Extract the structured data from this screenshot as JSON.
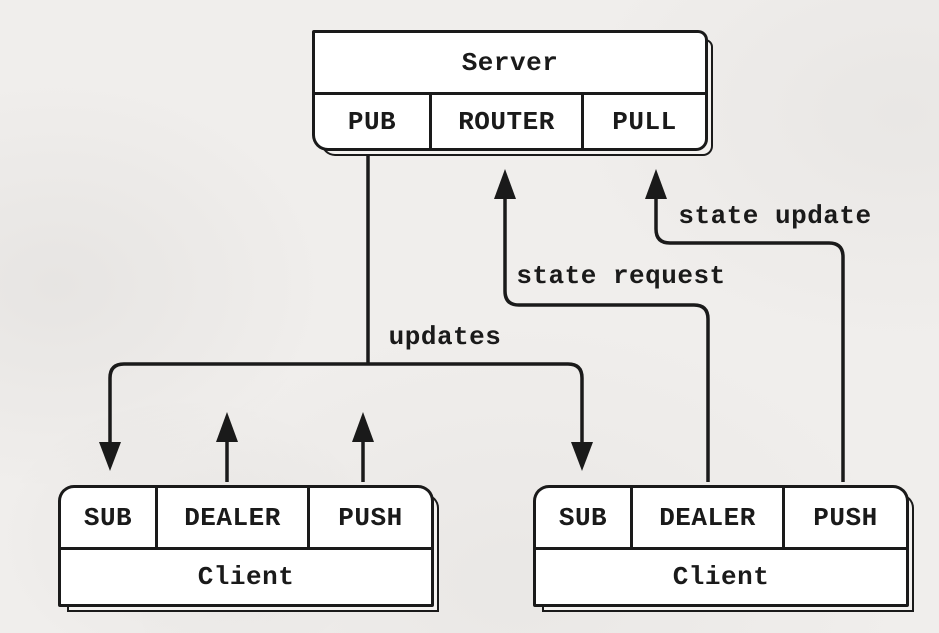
{
  "canvas": {
    "background_color": "#f0eeec",
    "ink_color": "#1a1a1a",
    "box_fill_color": "#ffffff"
  },
  "nodes": {
    "server": {
      "title": "Server",
      "sockets": [
        "PUB",
        "ROUTER",
        "PULL"
      ]
    },
    "client_left": {
      "title": "Client",
      "sockets": [
        "SUB",
        "DEALER",
        "PUSH"
      ]
    },
    "client_right": {
      "title": "Client",
      "sockets": [
        "SUB",
        "DEALER",
        "PUSH"
      ]
    }
  },
  "edges": {
    "updates": {
      "label": "updates",
      "from": "server.PUB",
      "to": [
        "client_left.SUB",
        "client_right.SUB"
      ],
      "arrow": "down"
    },
    "state_request": {
      "label": "state request",
      "from": "client_right.DEALER",
      "to": "server.ROUTER",
      "arrow": "up"
    },
    "state_update": {
      "label": "state update",
      "from": "client_right.PUSH",
      "to": "server.PULL",
      "arrow": "up"
    },
    "dealer_stub": {
      "label": "",
      "from": "client_left.DEALER",
      "arrow": "up"
    },
    "push_stub": {
      "label": "",
      "from": "client_left.PUSH",
      "arrow": "up"
    }
  }
}
